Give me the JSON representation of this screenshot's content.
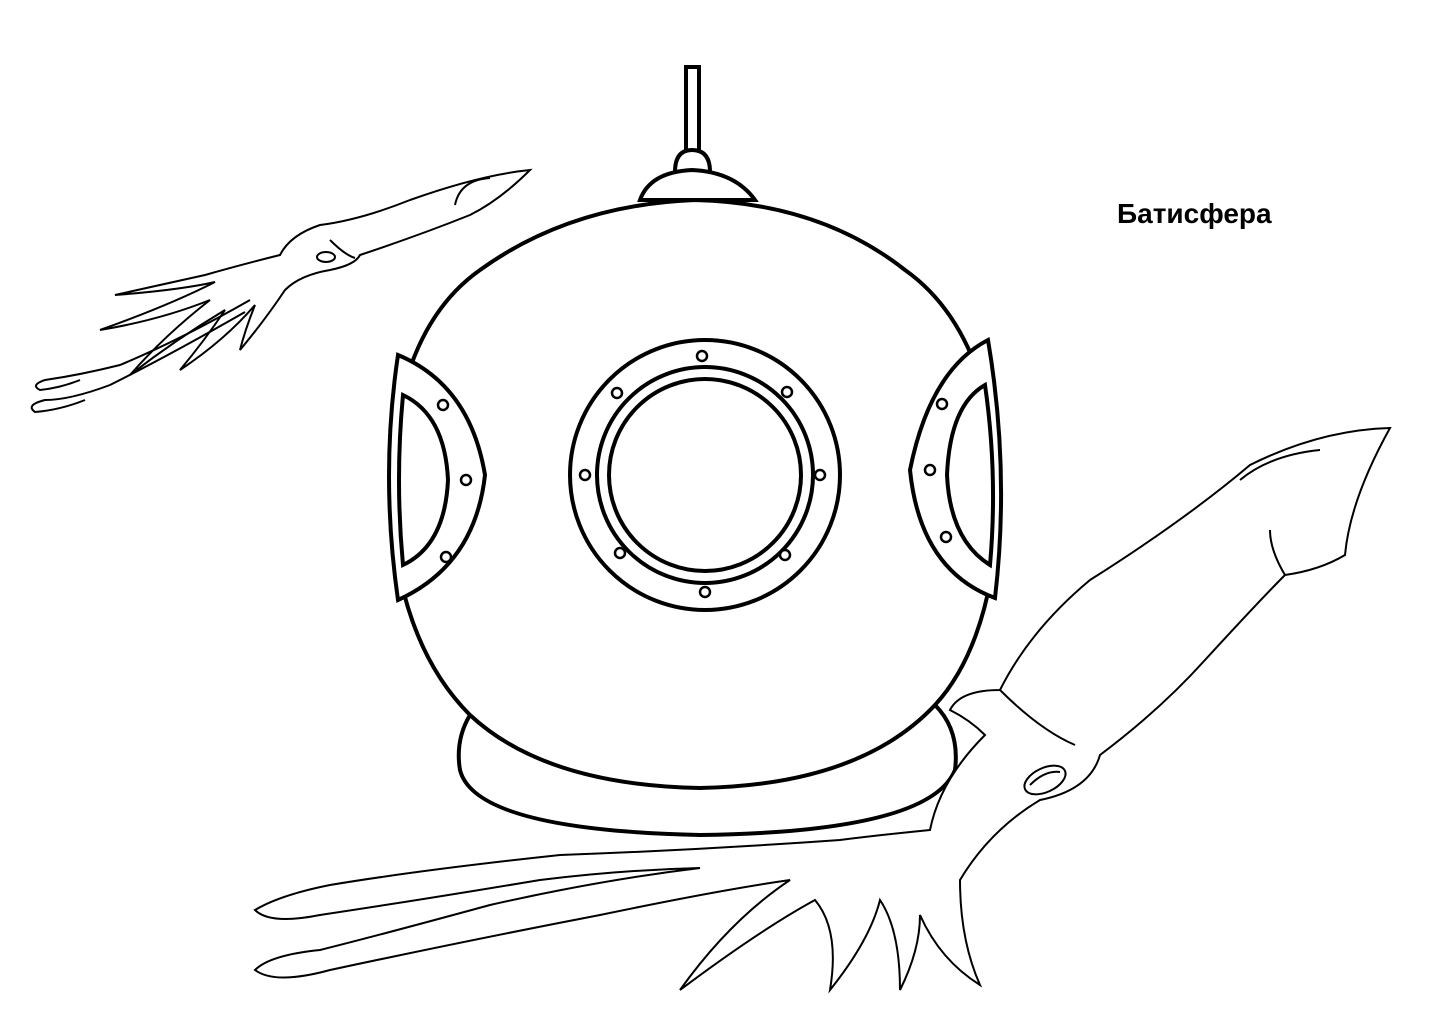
{
  "title": "Батисфера",
  "illustration": {
    "subject": "bathysphere",
    "style": "coloring-page line art",
    "ink_color": "#000000",
    "background_color": "#ffffff"
  }
}
